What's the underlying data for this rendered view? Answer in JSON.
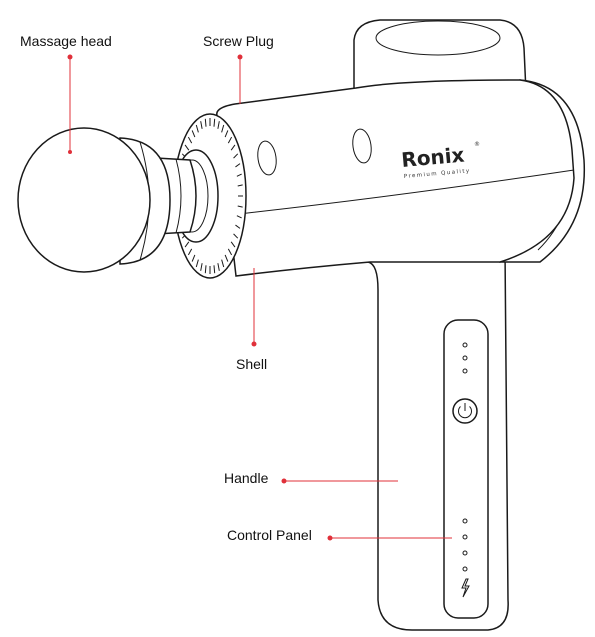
{
  "labels": {
    "massage_head": "Massage head",
    "screw_plug": "Screw Plug",
    "shell": "Shell",
    "handle": "Handle",
    "control_panel": "Control Panel"
  },
  "brand": {
    "name": "Ronix",
    "tagline": "Premium Quality",
    "registered": "®"
  },
  "colors": {
    "leader": "#e0303a",
    "outline": "#1a1a1a"
  },
  "control_panel": {
    "upper_indicator_count": 3,
    "lower_indicator_count": 4,
    "icons": [
      "power-icon",
      "lightning-icon"
    ]
  }
}
